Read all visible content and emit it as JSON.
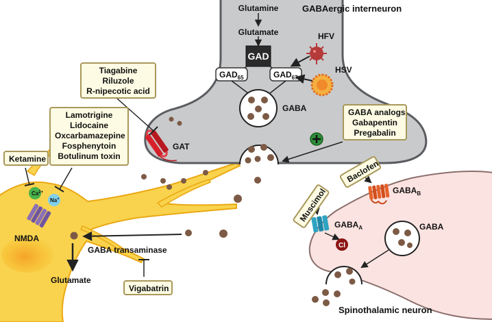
{
  "neuron_labels": {
    "interneuron": "GABAergic interneuron",
    "spinothalamic": "Spinothalamic neuron",
    "glutamine": "Glutamine",
    "glutamate_top": "Glutamate",
    "gad": "GAD",
    "gad65": "GAD",
    "gad65_sub": "65",
    "gad67": "GAD",
    "gad67_sub": "67",
    "gaba_vesicle": "GABA",
    "gat": "GAT",
    "hfv": "HFV",
    "hsv": "HSV",
    "gaba_a": "GABA",
    "gaba_a_sub": "A",
    "gaba_b": "GABA",
    "gaba_b_sub": "B",
    "gaba_post": "GABA",
    "cl": "Cl",
    "ca": "Ca",
    "ca_sup": "2+",
    "na": "Na",
    "na_sup": "+",
    "nmda": "NMDA",
    "glutamate_bottom": "Glutamate",
    "gaba_transaminase": "GABA transaminase"
  },
  "drug_boxes": {
    "gat_inhibitors": [
      "Tiagabine",
      "Riluzole",
      "R-nipecotic acid"
    ],
    "sodium_blockers": [
      "Lamotrigine",
      "Lidocaine",
      "Oxcarbamazepine",
      "Fosphenytoin",
      "Botulinum toxin"
    ],
    "ketamine": "Ketamine",
    "gaba_analogs": [
      "GABA analogs",
      "Gabapentin",
      "Pregabalin"
    ],
    "baclofen": "Baclofen",
    "muscimol": "Muscimol",
    "vigabatrin": "Vigabatrin"
  },
  "colors": {
    "interneuron_fill": "#c9cacc",
    "interneuron_stroke": "#5a5c60",
    "postsynaptic_fill": "#fbe3e1",
    "postsynaptic_stroke": "#8a6e6c",
    "astro_fill": "#f9c93c",
    "astro_stroke": "#e8a415",
    "gaba_dot": "#7d5a45",
    "box_fill": "#fdfbe3",
    "box_border": "#a8975a",
    "gat_red": "#d8202a",
    "gaba_a_teal": "#2fa4c2",
    "gaba_b_orange": "#e6622b",
    "nmda_purple": "#8a6fb7",
    "virus_hfv": "#b53a3a",
    "virus_hsv": "#f08a2a",
    "cl_ion": "#8b1414",
    "ca_ion": "#48b34a",
    "na_ion": "#7fd0ec",
    "plus_green": "#2f8e3a"
  },
  "icons": [
    "virus-hfv-icon",
    "virus-hsv-icon",
    "plus-icon",
    "ion-channel-icon"
  ]
}
